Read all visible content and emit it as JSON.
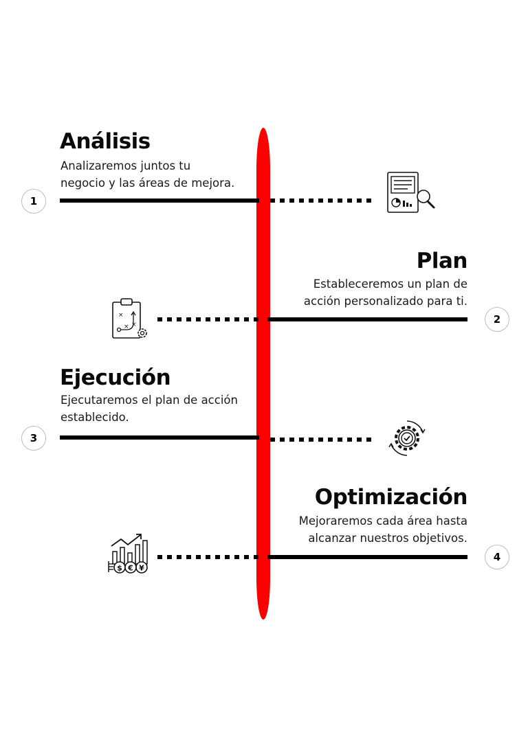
{
  "steps": [
    {
      "number": "1",
      "title": "Análisis",
      "desc_line1": "Analizaremos juntos tu",
      "desc_line2": "negocio y las áreas de mejora.",
      "icon": "report-analysis-icon"
    },
    {
      "number": "2",
      "title": "Plan",
      "desc_line1": "Estableceremos un plan de",
      "desc_line2": "acción personalizado para ti.",
      "icon": "strategy-clipboard-icon"
    },
    {
      "number": "3",
      "title": "Ejecución",
      "desc_line1": "Ejecutaremos el plan de acción",
      "desc_line2": "establecido.",
      "icon": "gear-check-icon"
    },
    {
      "number": "4",
      "title": "Optimización",
      "desc_line1": "Mejoraremos cada área hasta",
      "desc_line2": "alcanzar nuestros objetivos.",
      "icon": "growth-chart-coins-icon"
    }
  ],
  "colors": {
    "accent": "#ff0000",
    "text": "#111111",
    "line": "#000000"
  },
  "currency_symbols": {
    "dollar": "$",
    "euro": "€",
    "yen": "¥"
  }
}
